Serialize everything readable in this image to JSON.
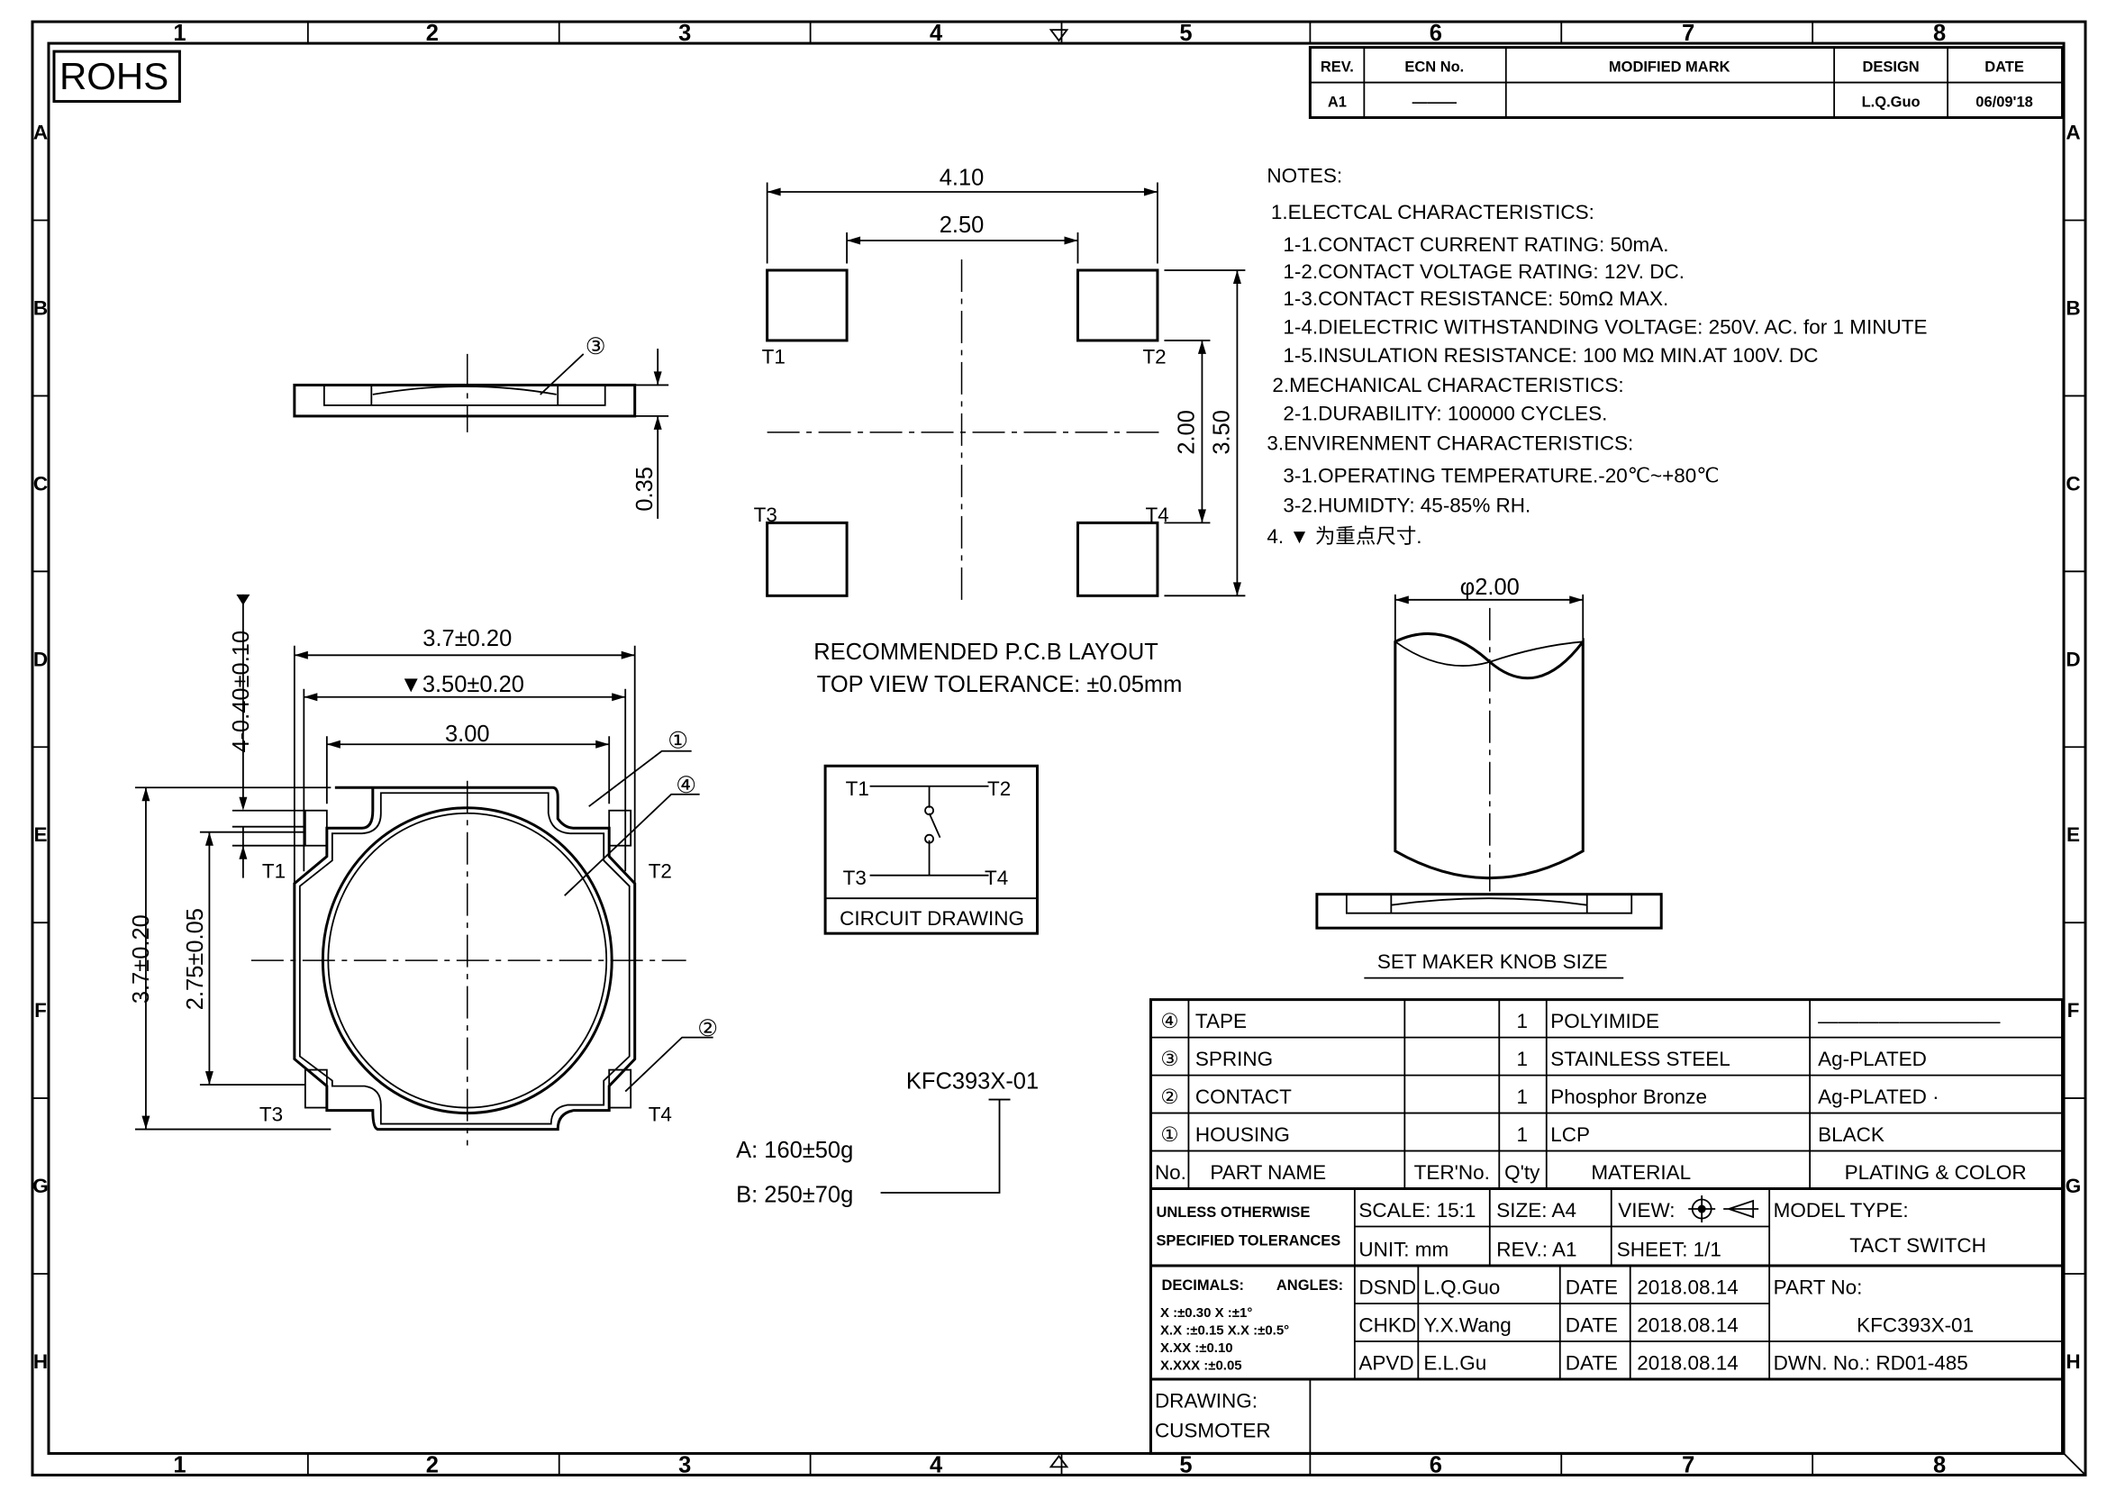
{
  "frame": {
    "columns": [
      "1",
      "2",
      "3",
      "4",
      "5",
      "6",
      "7",
      "8"
    ],
    "rows": [
      "A",
      "B",
      "C",
      "D",
      "E",
      "F",
      "G",
      "H"
    ]
  },
  "rohs": "ROHS",
  "revision_table": {
    "headers": [
      "REV.",
      "ECN No.",
      "MODIFIED MARK",
      "DESIGN",
      "DATE"
    ],
    "row": [
      "A1",
      "———",
      "",
      "L.Q.Guo",
      "06/09'18"
    ]
  },
  "notes": {
    "title": "NOTES:",
    "lines": [
      "1.ELECTCAL  CHARACTERISTICS:",
      "1-1.CONTACT  CURRENT  RATING:    50mA.",
      "1-2.CONTACT  VOLTAGE  RATING:  12V.  DC.",
      "1-3.CONTACT  RESISTANCE:  50mΩ  MAX.",
      "1-4.DIELECTRIC  WITHSTANDING  VOLTAGE:  250V.  AC.  for  1  MINUTE",
      "1-5.INSULATION  RESISTANCE:  100  MΩ  MIN.AT  100V.  DC",
      "2.MECHANICAL  CHARACTERISTICS:",
      "2-1.DURABILITY:  100000  CYCLES.",
      "3.ENVIRENMENT  CHARACTERISTICS:",
      "3-1.OPERATING  TEMPERATURE.-20℃~+80℃",
      "3-2.HUMIDTY: 45-85%  RH.",
      "4. ▼ 为重点尺寸."
    ]
  },
  "pcb_layout": {
    "dim_width": "4.10",
    "dim_inner": "2.50",
    "dim_v_inner": "2.00",
    "dim_v_outer": "3.50",
    "pads": [
      "T1",
      "T2",
      "T3",
      "T4"
    ],
    "caption1": "RECOMMENDED  P.C.B  LAYOUT",
    "caption2": "TOP  VIEW  TOLERANCE: ±0.05mm"
  },
  "side_view": {
    "dim": "0.35",
    "callout": "③"
  },
  "main_view": {
    "dim_outer_w": "3.7±0.20",
    "dim_mid_w": "▼3.50±0.20",
    "dim_inner_w": "3.00",
    "dim_pad": "4-0.40±0.10",
    "dim_outer_h": "3.7±0.20",
    "dim_inner_h": "2.75±0.05",
    "terminals": [
      "T1",
      "T2",
      "T3",
      "T4"
    ],
    "callouts": [
      "①",
      "④",
      "②"
    ]
  },
  "circuit": {
    "t1": "T1",
    "t2": "T2",
    "t3": "T3",
    "t4": "T4",
    "caption": "CIRCUIT  DRAWING"
  },
  "knob": {
    "dim": "φ2.00",
    "caption": "SET  MAKER  KNOB  SIZE"
  },
  "part_label": "KFC393X-01",
  "forces": [
    "A: 160±50g",
    "B: 250±70g"
  ],
  "bom": {
    "rows": [
      {
        "no": "④",
        "name": "TAPE",
        "ter": "",
        "qty": "1",
        "material": "POLYIMIDE",
        "plating": "—————————"
      },
      {
        "no": "③",
        "name": "SPRING",
        "ter": "",
        "qty": "1",
        "material": "STAINLESS  STEEL",
        "plating": "Ag-PLATED"
      },
      {
        "no": "②",
        "name": "CONTACT",
        "ter": "",
        "qty": "1",
        "material": "Phosphor  Bronze",
        "plating": "Ag-PLATED   ·"
      },
      {
        "no": "①",
        "name": "HOUSING",
        "ter": "",
        "qty": "1",
        "material": "LCP",
        "plating": "BLACK"
      }
    ],
    "headers": {
      "no": "No.",
      "name": "PART  NAME",
      "ter": "TER'No.",
      "qty": "Q'ty",
      "material": "MATERIAL",
      "plating": "PLATING  &  COLOR"
    }
  },
  "title_block": {
    "tol1": "UNLESS  OTHERWISE",
    "tol2": "SPECIFIED  TOLERANCES",
    "scale": "SCALE: 15:1",
    "size": "SIZE:  A4",
    "view": "VIEW:",
    "unit": "UNIT:  mm",
    "rev": "REV.:  A1",
    "sheet": "SHEET: 1/1",
    "model_label": "MODEL  TYPE:",
    "model": "TACT  SWITCH",
    "decimals": "DECIMALS:",
    "angles": "ANGLES:",
    "tol_lines": [
      "X      :±0.30  X   :±1°",
      "X.X    :±0.15  X.X :±0.5°",
      "X.XX  :±0.10",
      "X.XXX :±0.05"
    ],
    "sign": [
      {
        "role": "DSND",
        "name": "L.Q.Guo",
        "date_label": "DATE",
        "date": "2018.08.14"
      },
      {
        "role": "CHKD",
        "name": "Y.X.Wang",
        "date_label": "DATE",
        "date": "2018.08.14"
      },
      {
        "role": "APVD",
        "name": "E.L.Gu",
        "date_label": "DATE",
        "date": "2018.08.14"
      }
    ],
    "part_no_label": "PART  No:",
    "part_no": "KFC393X-01",
    "dwn_no": "DWN.  No.: RD01-485",
    "drawing": "DRAWING:",
    "customer": "CUSMOTER"
  }
}
